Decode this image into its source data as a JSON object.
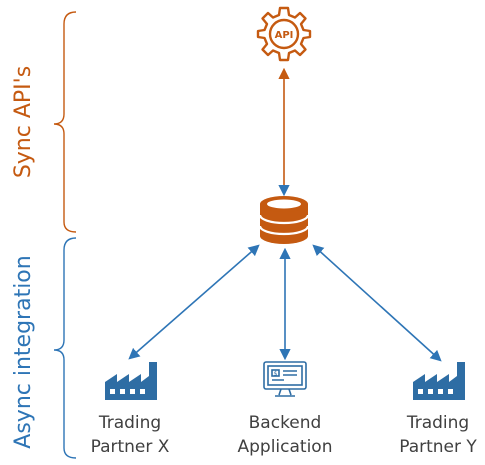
{
  "groups": {
    "sync": {
      "label": "Sync API's"
    },
    "async": {
      "label": "Async integration"
    }
  },
  "nodes": {
    "api": {
      "icon": "api-gear-icon",
      "text": "API"
    },
    "hub": {
      "icon": "database-icon"
    },
    "partner_x": {
      "icon": "factory-icon",
      "line1": "Trading",
      "line2": "Partner X"
    },
    "backend": {
      "icon": "computer-app-icon",
      "line1": "Backend",
      "line2": "Application"
    },
    "partner_y": {
      "icon": "factory-icon",
      "line1": "Trading",
      "line2": "Partner Y"
    }
  },
  "colors": {
    "sync_accent": "#c55a11",
    "async_accent": "#2e75b6",
    "factory": "#2e6da4",
    "text": "#404040"
  }
}
